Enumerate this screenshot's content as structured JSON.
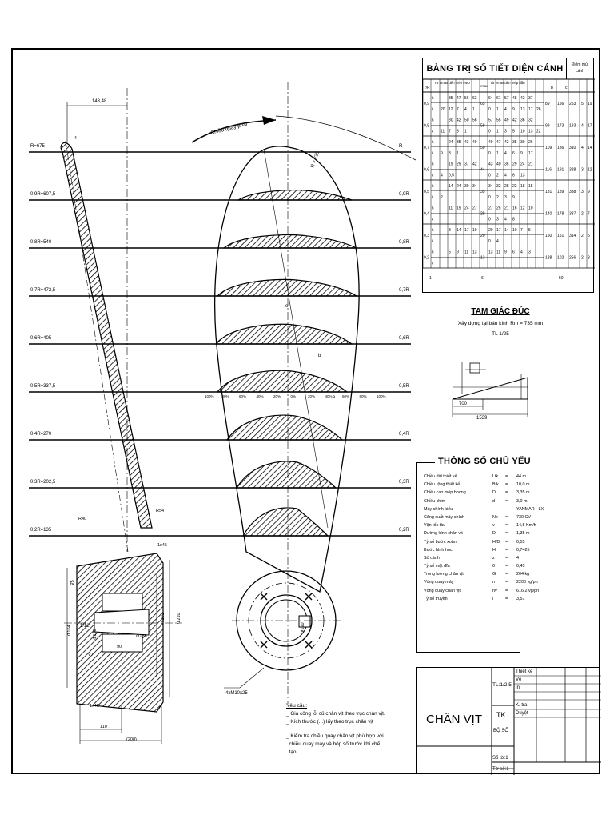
{
  "section_table": {
    "title": "BẢNG TRỊ SỐ TIẾT DIỆN CÁNH",
    "side_header": "Điểm mút cánh",
    "col_headers": {
      "r_over_R": "r/R",
      "left_group": "Từ emax đến mép theo",
      "right_group": "Từ emax đến mép dẫn",
      "b": "b",
      "c": "c",
      "emax": "emax",
      "h": "h"
    },
    "rows": [
      {
        "r": "0,9",
        "left_h": [
          "",
          "35",
          "47",
          "56",
          "63"
        ],
        "left_k": [
          "20",
          "12",
          "7",
          "4",
          "1"
        ],
        "emax": "65",
        "right_h": [
          "64",
          "61",
          "57",
          "48",
          "42",
          "37"
        ],
        "right_k": [
          "0",
          "1",
          "4",
          "9",
          "13",
          "17",
          "26"
        ],
        "b": "89",
        "c": "156",
        "d": "253",
        "e": "5",
        "f": "19"
      },
      {
        "r": "0,8",
        "left_h": [
          "",
          "30",
          "42",
          "50",
          "56"
        ],
        "left_k": [
          "11",
          "7",
          "3",
          "1",
          ""
        ],
        "emax": "58",
        "right_h": [
          "57",
          "55",
          "49",
          "42",
          "36",
          "32"
        ],
        "right_k": [
          "0",
          "1",
          "3",
          "5",
          "10",
          "13",
          "22"
        ],
        "b": "99",
        "c": "173",
        "d": "183",
        "e": "4",
        "f": "17"
      },
      {
        "r": "0,7",
        "left_h": [
          "",
          "24",
          "35",
          "43",
          "49"
        ],
        "left_k": [
          "9",
          "3",
          "1",
          "",
          ""
        ],
        "emax": "50",
        "right_h": [
          "49",
          "47",
          "42",
          "35",
          "30",
          "26"
        ],
        "right_k": [
          "0",
          "1",
          "4",
          "6",
          "9",
          "17"
        ],
        "b": "109",
        "c": "186",
        "d": "310",
        "e": "4",
        "f": "14"
      },
      {
        "r": "0,6",
        "left_h": [
          "",
          "19",
          "29",
          "37",
          "42"
        ],
        "left_k": [
          "4",
          "0,5",
          "",
          "",
          ""
        ],
        "emax": "44",
        "right_h": [
          "43",
          "40",
          "35",
          "29",
          "24",
          "21"
        ],
        "right_k": [
          "0",
          "2",
          "4",
          "6",
          "13"
        ],
        "b": "116",
        "c": "191",
        "d": "328",
        "e": "3",
        "f": "12"
      },
      {
        "r": "0,5",
        "left_h": [
          "",
          "14",
          "24",
          "30",
          "34"
        ],
        "left_k": [
          "2",
          "",
          "",
          "",
          ""
        ],
        "emax": "35",
        "right_h": [
          "34",
          "32",
          "28",
          "22",
          "18",
          "15"
        ],
        "right_k": [
          "0",
          "2",
          "3",
          "9"
        ],
        "b": "131",
        "c": "189",
        "d": "338",
        "e": "3",
        "f": "9"
      },
      {
        "r": "0,4",
        "left_h": [
          "",
          "11",
          "19",
          "24",
          "27"
        ],
        "left_k": [
          "",
          "",
          "",
          "",
          ""
        ],
        "emax": "28",
        "right_h": [
          "27",
          "25",
          "21",
          "16",
          "12",
          "10"
        ],
        "right_k": [
          "0",
          "3",
          "4",
          "8"
        ],
        "b": "140",
        "c": "178",
        "d": "337",
        "e": "2",
        "f": "7"
      },
      {
        "r": "0,3",
        "left_h": [
          "",
          "8",
          "14",
          "17",
          "19"
        ],
        "left_k": [
          "",
          "",
          "",
          "",
          ""
        ],
        "emax": "20",
        "right_h": [
          "20",
          "17",
          "14",
          "10",
          "7",
          "5"
        ],
        "right_k": [
          "0",
          "4"
        ],
        "b": "150",
        "c": "151",
        "d": "314",
        "e": "2",
        "f": "5"
      },
      {
        "r": "0,2",
        "left_h": [
          "",
          "5",
          "9",
          "11",
          "13"
        ],
        "left_k": [
          "",
          "",
          "",
          "",
          ""
        ],
        "emax": "13",
        "right_h": [
          "13",
          "11",
          "9",
          "6",
          "4",
          "3"
        ],
        "right_k": [],
        "b": "128",
        "c": "102",
        "d": "256",
        "e": "2",
        "f": "3"
      }
    ],
    "last_row": {
      "col1": "1",
      "col2": "6",
      "col3": "50"
    }
  },
  "tam_giac": {
    "title": "TAM GIÁC ĐÚC",
    "subtitle": "Xây dựng tại bán kính Rm = 735 mm",
    "scale": "TL 1/25",
    "dim_700": "700",
    "dim_1539": "1539"
  },
  "params": {
    "title": "THÔNG SỐ CHỦ YẾU",
    "rows": [
      {
        "label": "Chiều dài thiết kế",
        "sym": "Ltk",
        "eq": "=",
        "val": "44 m"
      },
      {
        "label": "Chiều rộng thiết kế",
        "sym": "Btk",
        "eq": "=",
        "val": "10,0 m"
      },
      {
        "label": "Chiều cao mép boong",
        "sym": "D",
        "eq": "=",
        "val": "3,35 m"
      },
      {
        "label": "Chiều chìm",
        "sym": "d",
        "eq": "=",
        "val": "3,0 m"
      },
      {
        "label": "Máy chính kiểu",
        "sym": "",
        "eq": "",
        "val": "YANMAR - LX"
      },
      {
        "label": "Công suất máy chính",
        "sym": "Ne",
        "eq": "=",
        "val": "730 CV"
      },
      {
        "label": "Vận tốc tàu",
        "sym": "v",
        "eq": "=",
        "val": "14,5 Km/h"
      },
      {
        "label": "Đường kính chân vịt",
        "sym": "D",
        "eq": "=",
        "val": "1,35 m"
      },
      {
        "label": "Tỷ số bước xoắn",
        "sym": "H/D",
        "eq": "=",
        "val": "0,55"
      },
      {
        "label": "Bước hình học",
        "sym": "H",
        "eq": "=",
        "val": "0,7425"
      },
      {
        "label": "Số cánh",
        "sym": "z",
        "eq": "=",
        "val": "4"
      },
      {
        "label": "Tỷ số mặt đĩa",
        "sym": "θ",
        "eq": "=",
        "val": "0,45"
      },
      {
        "label": "Trọng lượng chân vịt",
        "sym": "G",
        "eq": "=",
        "val": "204 kg"
      },
      {
        "label": "Vòng quay máy",
        "sym": "n",
        "eq": "=",
        "val": "2200 vg/ph"
      },
      {
        "label": "Vòng quay chân vịt",
        "sym": "nv",
        "eq": "=",
        "val": "616,2 vg/ph"
      },
      {
        "label": "Tỷ số truyền",
        "sym": "i",
        "eq": "=",
        "val": "3,57"
      }
    ]
  },
  "title_block": {
    "name": "CHÂN VỊT",
    "scale": "TL:1/2,5",
    "tk": "TK",
    "bo_so": "BỘ SỐ",
    "so_to": "Số tờ:1",
    "to_so": "Tờ số:1",
    "roles": [
      "Thiết kế",
      "Vẽ",
      "In",
      "K. tra",
      "Duyệt"
    ]
  },
  "notes": {
    "heading": "Yêu cầu:",
    "lines": [
      "_ Gia công lỗi củ chân vịt theo trục chân vịt.",
      "_ Kích thước (...) lấy theo trục chân vịt",
      "_ Kiểm tra chiều quay chân vịt phù hợp với",
      "  chiều quay máy và hộp số trước khi chế",
      "  tạo."
    ]
  },
  "drawing": {
    "dim_top": "143,48",
    "rotation_label": "Chiều quay phải",
    "radius_label": "R = 735",
    "left_labels": [
      "R=675",
      "0,9R=607,5",
      "0,8R=540",
      "0,7R=472,5",
      "0,6R=405",
      "0,5R=337,5",
      "0,4R=270",
      "0,3R=202,5",
      "0,2R=135"
    ],
    "right_labels": [
      "R",
      "0,9R",
      "0,8R",
      "0,7R",
      "0,6R",
      "0,5R",
      "0,4R",
      "0,3R",
      "0,2R"
    ],
    "percent_labels": [
      "100%",
      "80%",
      "60%",
      "40%",
      "20%",
      "0%",
      "20%",
      "40%",
      "60%",
      "80%",
      "100%"
    ],
    "hub_dims": {
      "r40": "R40",
      "r54": "R54",
      "c1x45": "1x45",
      "c1x45b": "1x45",
      "d130": "Φ130",
      "d101": "Φ101",
      "d164": "Φ164",
      "d210": "Φ210",
      "d180": "Φ180",
      "d190": "Φ190",
      "taper": "1/12",
      "len90": "90",
      "len110": "110",
      "len200": "(200)",
      "v5": "∇5",
      "v7": "∇7",
      "bolts": "4xM10x25"
    },
    "letters": {
      "b": "b",
      "c": "c",
      "e": "e",
      "f": "f"
    }
  }
}
